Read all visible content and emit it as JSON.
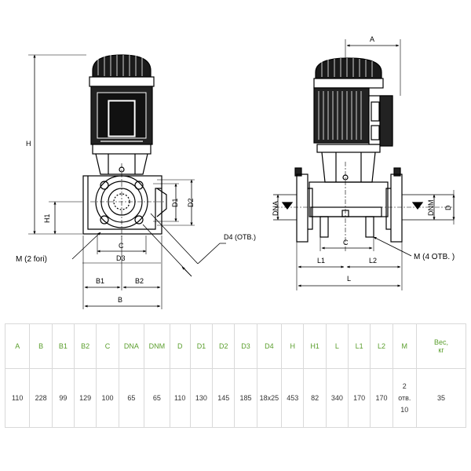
{
  "drawing": {
    "left_view": {
      "dims": {
        "h": "H",
        "h1": "H1",
        "d1": "D1",
        "d2": "D2",
        "c": "C",
        "d3": "D3",
        "b1": "B1",
        "b2": "B2",
        "b": "B",
        "d4": "D4 (OTB.)"
      },
      "callout": "M (2 fori)"
    },
    "right_view": {
      "dims": {
        "a": "A",
        "dna_left": "DNA",
        "dna_right": "DNM",
        "d": "D",
        "c": "C",
        "l1": "L1",
        "l2": "L2",
        "l": "L"
      },
      "callout": "M (4 OTB. )"
    }
  },
  "spec_table": {
    "header_color": "#5a9e2c",
    "headers": [
      "A",
      "B",
      "B1",
      "B2",
      "C",
      "DNA",
      "DNM",
      "D",
      "D1",
      "D2",
      "D3",
      "D4",
      "H",
      "H1",
      "L",
      "L1",
      "L2",
      "M"
    ],
    "weight_header": [
      "Вес,",
      "кг"
    ],
    "values": [
      "110",
      "228",
      "99",
      "129",
      "100",
      "65",
      "65",
      "110",
      "130",
      "145",
      "185",
      "18x25",
      "453",
      "82",
      "340",
      "170",
      "170"
    ],
    "m_value": [
      "2",
      "отв.",
      "10"
    ],
    "weight_value": "35"
  }
}
